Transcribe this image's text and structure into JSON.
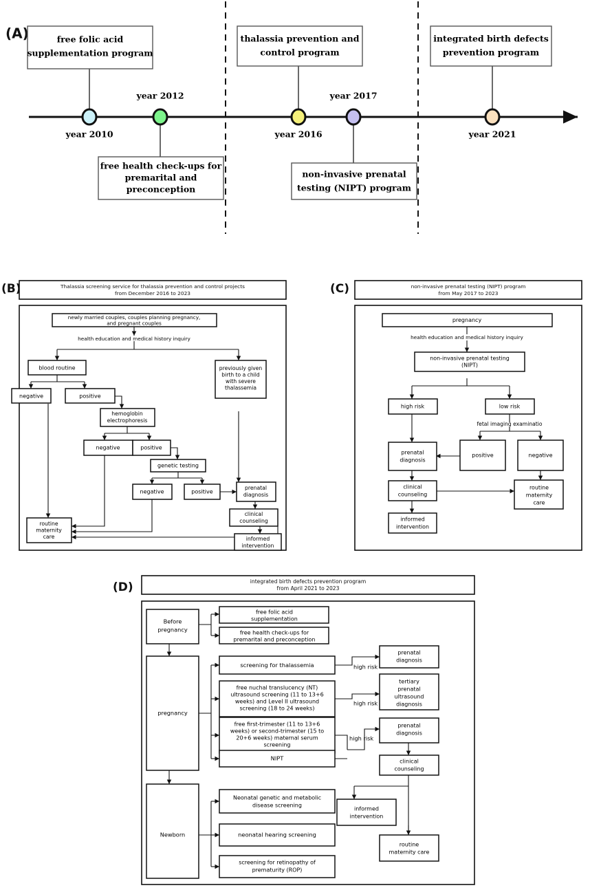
{
  "figure": {
    "panels": [
      "A",
      "B",
      "C",
      "D"
    ],
    "panel_label_a": "(A)",
    "panel_label_b": "(B)",
    "panel_label_c": "(C)",
    "panel_label_d": "(D)"
  },
  "panelA": {
    "axis_label": "timeline-axis",
    "milestones": [
      {
        "year_label": "year 2010",
        "color": "#ccf2fa",
        "position": "below",
        "program": "free folic acid supplementation program",
        "program_position": "above"
      },
      {
        "year_label": "year 2012",
        "color": "#7df58c",
        "position": "above",
        "program": "free health check-ups for premarital and preconception",
        "program_position": "below"
      },
      {
        "year_label": "year 2016",
        "color": "#f5f07a",
        "position": "below",
        "program": "thalassia prevention and control program",
        "program_position": "above"
      },
      {
        "year_label": "year 2017",
        "color": "#c5c0f0",
        "position": "above",
        "program": "non-invasive prenatal testing (NIPT) program",
        "program_position": "below"
      },
      {
        "year_label": "year 2021",
        "color": "#fae0be",
        "position": "below",
        "program": "integrated birth defects prevention program",
        "program_position": "above"
      }
    ],
    "boxes": {
      "folic": [
        "free folic acid",
        "supplementation program"
      ],
      "checkups": [
        "free health check-ups for",
        "premarital and",
        "preconception"
      ],
      "thal": [
        "thalassia prevention and",
        "control program"
      ],
      "nipt": [
        "non-invasive prenatal",
        "testing (NIPT) program"
      ],
      "integrated": [
        "integrated birth defects",
        "prevention program"
      ]
    }
  },
  "panelB": {
    "title_line1": "Thalassia screening service for thalassia prevention and control projects",
    "title_line2": "from December 2016 to 2023",
    "nodes": {
      "source": [
        "newly married couples, couples planning pregnancy,",
        "and pregnant couples"
      ],
      "edge_label": "health education and medical history inquiry",
      "blood_routine": "blood routine",
      "br_negative": "negative",
      "br_positive": "positive",
      "prev_child": [
        "previously given",
        "birth to a child",
        "with severe",
        "thalassemia"
      ],
      "hb_electro": [
        "hemoglobin",
        "electrophoresis"
      ],
      "hb_negative": "negative",
      "hb_positive": "positive",
      "genetic_testing": "genetic testing",
      "gt_negative": "negative",
      "gt_positive": "positive",
      "prenatal_diagnosis": [
        "prenatal",
        "diagnosis"
      ],
      "clinical_counseling": [
        "clinical",
        "counseling"
      ],
      "informed_intervention": [
        "informed",
        "intervention"
      ],
      "routine_care": [
        "routine",
        "maternity",
        "care"
      ]
    }
  },
  "panelC": {
    "title_line1": "non-invasive prenatal testing (NIPT) program",
    "title_line2": "from May 2017 to 2023",
    "nodes": {
      "pregnancy": "pregnancy",
      "edge_label": "health education and medical history inquiry",
      "nipt": [
        "non-invasive prenatal testing",
        "(NIPT)"
      ],
      "high_risk": "high risk",
      "low_risk": "low risk",
      "fetal_label": "fetal imaging examinatio",
      "positive": "positive",
      "negative": "negative",
      "prenatal_diagnosis": [
        "prenatal",
        "diagnosis"
      ],
      "clinical_counseling": [
        "clinical",
        "counseling"
      ],
      "informed_intervention": [
        "informed",
        "intervention"
      ],
      "routine_care": [
        "routine",
        "maternity",
        "care"
      ]
    }
  },
  "panelD": {
    "title_line1": "integrated birth defects prevention program",
    "title_line2": "from April 2021 to 2023",
    "nodes": {
      "before_pregnancy": [
        "Before",
        "pregnancy"
      ],
      "pregnancy": "pregnancy",
      "newborn": "Newborn",
      "folic": [
        "free folic acid",
        "supplementation"
      ],
      "checkups": [
        "free health check-ups for",
        "premarital and preconception"
      ],
      "thal_screen": "screening for thalassemia",
      "nt_ultrasound": [
        "free nuchal translucency (NT)",
        "ultrasound screening (11 to 13+6",
        "weeks) and Level II ultrasound",
        "screening (18 to 24 weeks)"
      ],
      "serum_screen": [
        "free first-trimester (11 to 13+6",
        "weeks) or second-trimester (15 to",
        "20+6 weeks) maternal serum",
        "screening"
      ],
      "nipt": "NIPT",
      "neonatal_genetic": [
        "Neonatal genetic and metabolic",
        "disease screening"
      ],
      "neonatal_hearing": "neonatal hearing screening",
      "rop": [
        "screening for retinopathy of",
        "prematurity (ROP)"
      ],
      "prenatal_diagnosis_1": [
        "prenatal",
        "diagnosis"
      ],
      "tertiary_ultrasound": [
        "tertiary",
        "prenatal",
        "ultrasound",
        "diagnosis"
      ],
      "prenatal_diagnosis_2": [
        "prenatal",
        "diagnosis"
      ],
      "clinical_counseling": [
        "clinical",
        "counseling"
      ],
      "informed_intervention": [
        "informed",
        "intervention"
      ],
      "routine_care": [
        "routine",
        "maternity  care"
      ],
      "high_risk_1": "high risk",
      "high_risk_2": "high risk",
      "high_risk_3": "high risk"
    }
  }
}
